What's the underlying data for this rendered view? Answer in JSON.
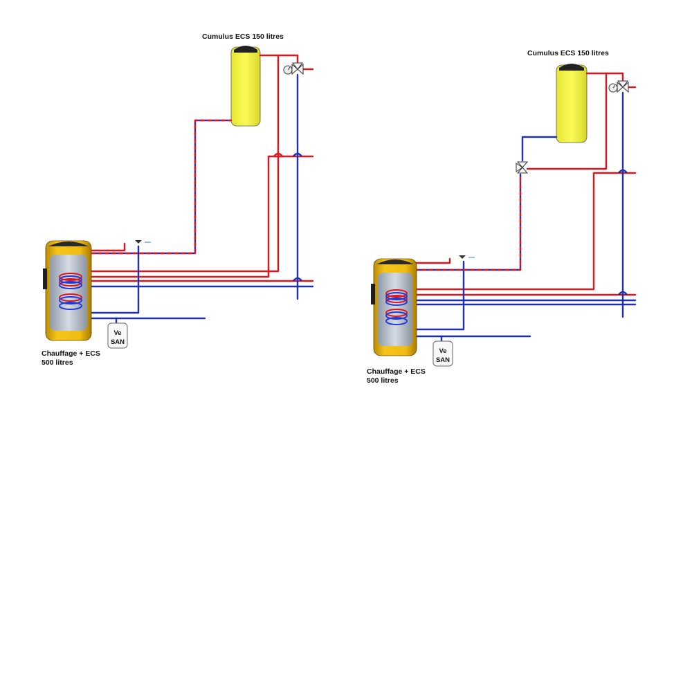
{
  "colors": {
    "hot_pipe": "#e0141c",
    "cold_pipe": "#1c2fb5",
    "mixed_pipe_dash": "#e0141c",
    "tank_yellow": "#f2f23a",
    "tank_cap": "#222222",
    "buffer_tank_shell": "#e8b70e",
    "coil_hot": "#e0141c",
    "coil_cold": "#2238d6",
    "background": "#ffffff"
  },
  "icons": [
    "three-way-valve-icon",
    "thermometer-icon",
    "check-valve-icon",
    "expansion-vessel-icon"
  ],
  "diagrams": [
    {
      "small_tank_label": "Cumulus ECS 150 litres",
      "big_tank_label_line1": "Chauffage + ECS",
      "big_tank_label_line2": "500 litres",
      "vessel_label_line1": "Ve",
      "vessel_label_line2": "SAN"
    },
    {
      "small_tank_label": "Cumulus ECS 150 litres",
      "big_tank_label_line1": "Chauffage + ECS",
      "big_tank_label_line2": "500 litres",
      "vessel_label_line1": "Ve",
      "vessel_label_line2": "SAN"
    }
  ]
}
